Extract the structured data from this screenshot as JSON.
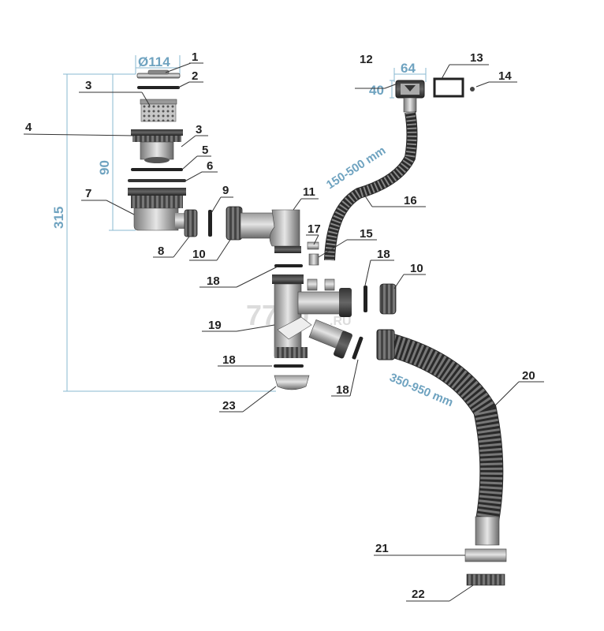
{
  "dimensions": {
    "outer_diameter": "Ø114",
    "total_height": "315",
    "bowl_height": "90",
    "overflow_width": "64",
    "overflow_height": "40",
    "short_hose_length": "150-500 mm",
    "long_hose_length": "350-950 mm"
  },
  "part_numbers": [
    "1",
    "2",
    "3",
    "3",
    "4",
    "5",
    "6",
    "7",
    "8",
    "9",
    "10",
    "10",
    "11",
    "12",
    "13",
    "14",
    "15",
    "16",
    "17",
    "18",
    "18",
    "18",
    "18",
    "19",
    "20",
    "21",
    "22",
    "23"
  ],
  "watermark": {
    "main": "7720",
    "suffix": ".RU"
  },
  "colors": {
    "dimension": "#6fa3c0",
    "part": "#5a5a5a",
    "label": "#222222"
  }
}
